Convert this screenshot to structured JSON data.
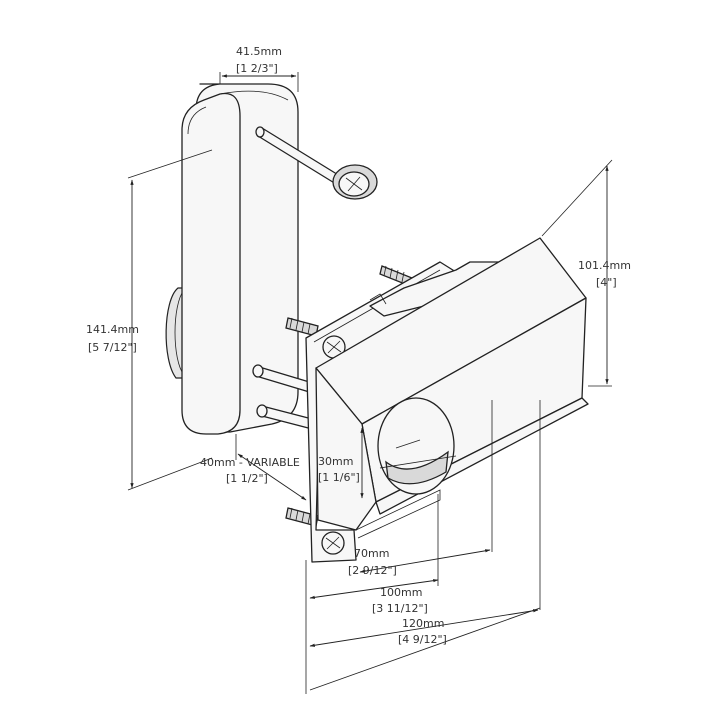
{
  "dimensions": {
    "width_handle": {
      "metric": "41.5mm",
      "imperial": "[1 2/3\"]"
    },
    "height_handle": {
      "metric": "141.4mm",
      "imperial": "[5 7/12\"]"
    },
    "height_box": {
      "metric": "101.4mm",
      "imperial": "[4\"]"
    },
    "gap_variable": {
      "metric": "40mm - VARIABLE",
      "imperial": "[1 1/2\"]"
    },
    "plate_offset": {
      "metric": "30mm",
      "imperial": "[1 1/6\"]"
    },
    "depth_70": {
      "metric": "70mm",
      "imperial": "[2 9/12\"]"
    },
    "depth_100": {
      "metric": "100mm",
      "imperial": "[3 11/12\"]"
    },
    "depth_120": {
      "metric": "120mm",
      "imperial": "[4 9/12\"]"
    }
  }
}
